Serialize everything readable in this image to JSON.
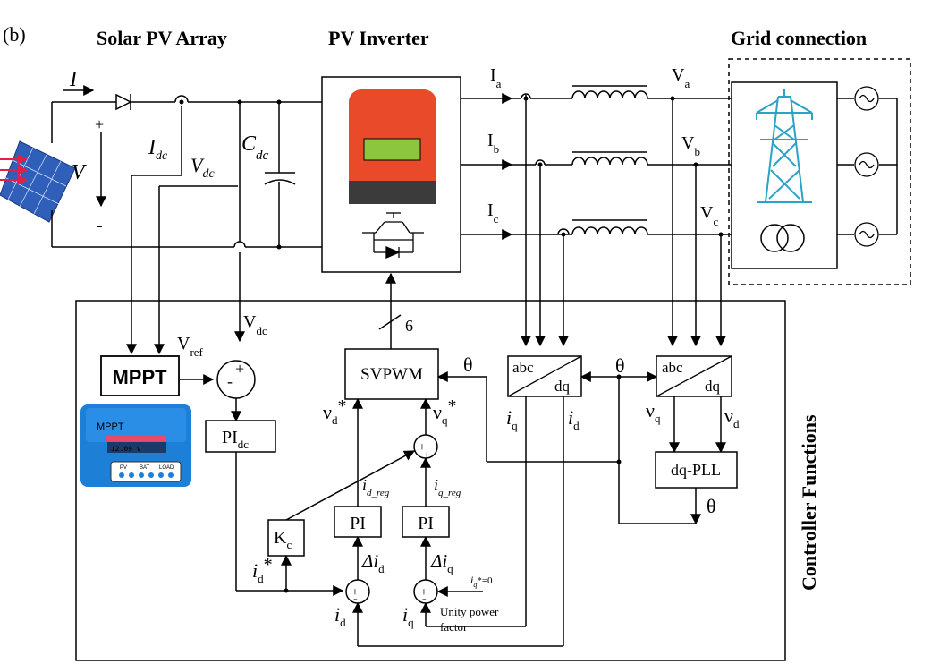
{
  "panel_label": "(b)",
  "headers": {
    "solar": "Solar PV Array",
    "inverter": "PV Inverter",
    "grid": "Grid connection",
    "controller": "Controller Functions"
  },
  "labels": {
    "I": "I",
    "plus": "+",
    "minus": "-",
    "V": "V",
    "Idc": "I",
    "Idc_sub": "dc",
    "Vdc_small": "V",
    "Vdc_small_sub": "dc",
    "Cdc": "C",
    "Cdc_sub": "dc",
    "Ia": "I",
    "Ia_sub": "a",
    "Ib": "I",
    "Ib_sub": "b",
    "Ic": "I",
    "Ic_sub": "c",
    "Va": "V",
    "Va_sub": "a",
    "Vb": "V",
    "Vb_sub": "b",
    "Vc": "V",
    "Vc_sub": "c",
    "Vref": "V",
    "Vref_sub": "ref",
    "Vdc": "V",
    "Vdc_sub": "dc",
    "six": "6",
    "theta1": "θ",
    "theta2": "θ",
    "theta3": "θ",
    "vd_star": "ν",
    "vd_star_sub": "d",
    "vd_star_sup": "*",
    "vq_star": "ν",
    "vq_star_sub": "q",
    "vq_star_sup": "*",
    "iq1": "i",
    "iq1_sub": "q",
    "id1": "i",
    "id1_sub": "d",
    "vq": "ν",
    "vq_sub": "q",
    "vd": "ν",
    "vd_sub": "d",
    "id_reg": "i",
    "id_reg_sub": "d_reg",
    "iq_reg": "i",
    "iq_reg_sub": "q_reg",
    "id_star": "i",
    "id_star_sub": "d",
    "id_star_sup": "*",
    "delta_id": "Δi",
    "delta_id_sub": "d",
    "delta_iq": "Δi",
    "delta_iq_sub": "q",
    "iq_star0": "i",
    "iq_star0_sub": "q",
    "iq_star0_rest": "*=0",
    "id2": "i",
    "id2_sub": "d",
    "iq2": "i",
    "iq2_sub": "q",
    "unity_line1": "Unity power",
    "unity_line2": "factor"
  },
  "blocks": {
    "mppt": "MPPT",
    "svpwm": "SVPWM",
    "pi_dc": "PI",
    "pi_dc_sub": "dc",
    "kc": "K",
    "kc_sub": "c",
    "pi1": "PI",
    "pi2": "PI",
    "abc1": "abc",
    "dq1": "dq",
    "abc2": "abc",
    "dq2": "dq",
    "pll": "dq-PLL"
  },
  "mppt_device": {
    "title": "MPPT",
    "display": "12.09 v",
    "tags": [
      "PV",
      "BAT",
      "LOAD"
    ]
  },
  "colors": {
    "inverter_top": "#e94a2a",
    "inverter_bottom": "#3b3b3b",
    "inverter_display": "#8cc63f",
    "tower": "#29a3c6",
    "device_blue": "#1e7fd6",
    "arrows_red": "#e0204a",
    "panel_blue": "#2f5fb8"
  }
}
